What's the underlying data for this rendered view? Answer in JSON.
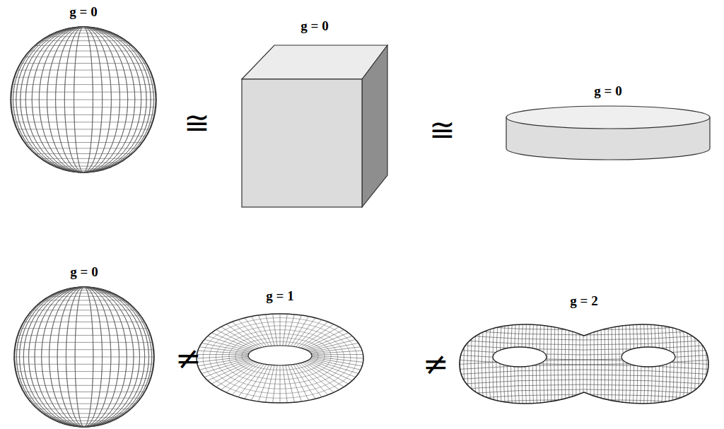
{
  "diagram": {
    "nodes": [
      {
        "text": [
          "g = 0"
        ]
      },
      {
        "text": [
          "g = 0"
        ]
      },
      {
        "text": [
          "g = 0"
        ]
      },
      {
        "text": [
          "g = 0"
        ]
      },
      {
        "text": [
          "g = 1"
        ]
      },
      {
        "text": [
          "g = 2"
        ]
      }
    ],
    "labels": [
      "≅",
      "≅",
      "≠",
      "≠"
    ]
  }
}
